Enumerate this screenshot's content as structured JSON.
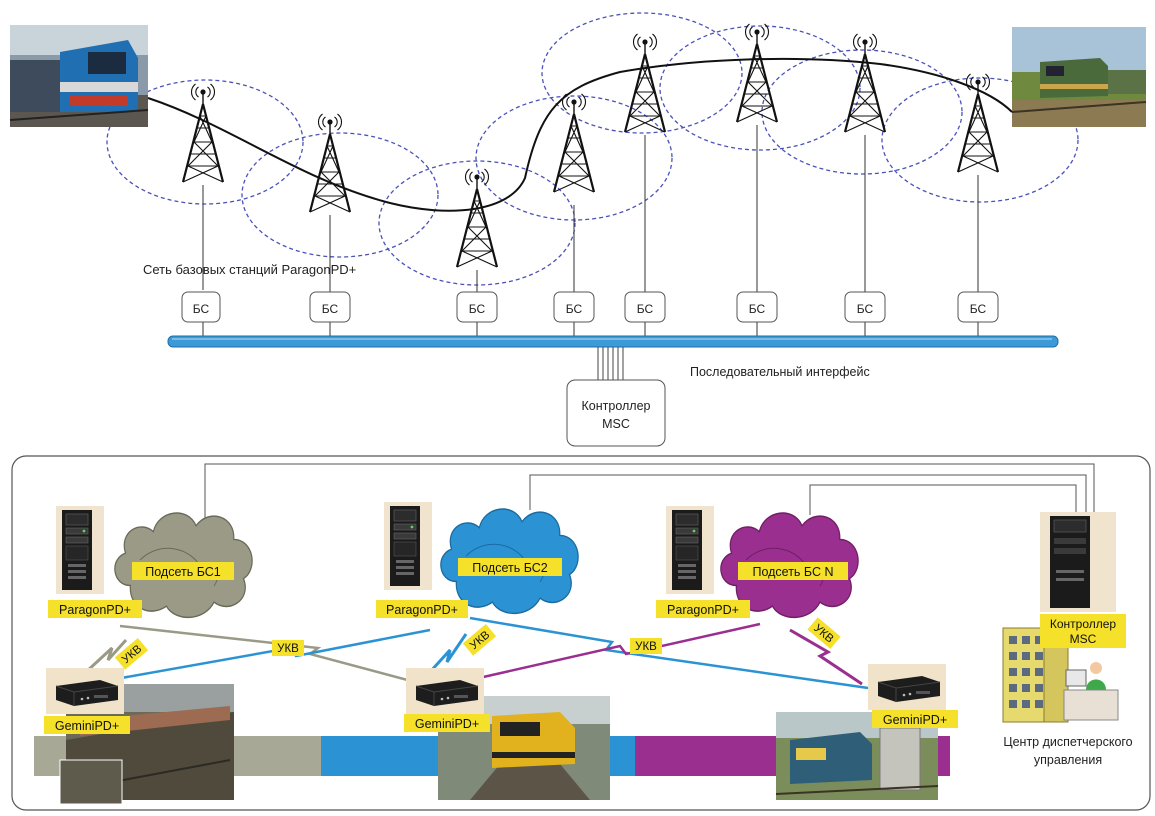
{
  "top_network": {
    "network_label": "Сеть базовых станций ParagonPD+",
    "bs_label": "БС",
    "bs_count": 8,
    "tower_count": 8,
    "bus_label": "Последовательный интерфейс",
    "controller_line1": "Контроллер",
    "controller_line2": "MSC"
  },
  "bottom_panel": {
    "subnets": [
      {
        "cloud_label": "Подсеть БС1",
        "server_label": "ParagonPD+",
        "cloud_color": "#9a9a86"
      },
      {
        "cloud_label": "Подсеть БС2",
        "server_label": "ParagonPD+",
        "cloud_color": "#2b93d4"
      },
      {
        "cloud_label": "Подсеть БС N",
        "server_label": "ParagonPD+",
        "cloud_color": "#9b2f8f"
      }
    ],
    "vhf_label": "УКВ",
    "mobile_label": "GeminiPD+",
    "controller_line1": "Контроллер",
    "controller_line2": "MSC",
    "dispatch_line1": "Центр диспетчерского",
    "dispatch_line2": "управления",
    "track_segments": [
      {
        "color": "#a7a996"
      },
      {
        "color": "#2b93d4"
      },
      {
        "color": "#9b2f8f"
      }
    ]
  },
  "colors": {
    "bus": "#3d9ad8",
    "coverage": "#4a52b8",
    "label_bg": "#f5e02a"
  }
}
